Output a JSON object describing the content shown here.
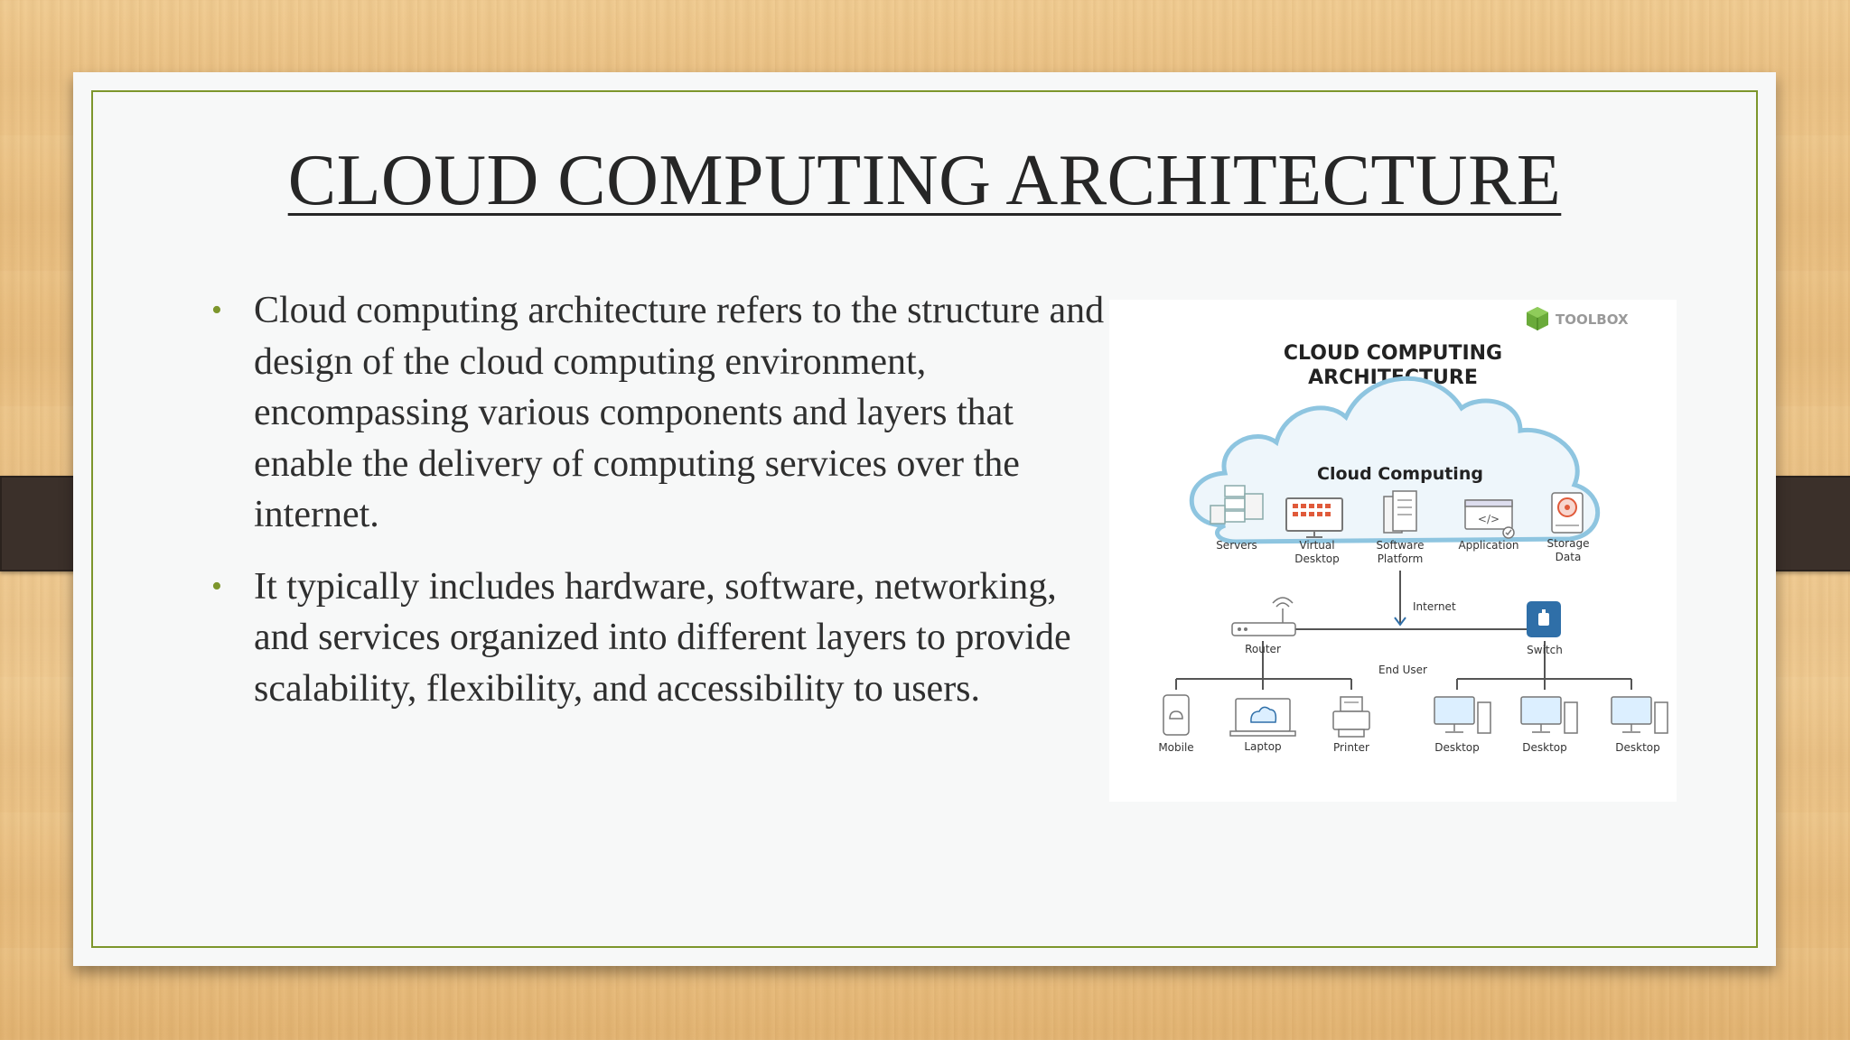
{
  "slide": {
    "title": "CLOUD COMPUTING ARCHITECTURE",
    "bullets": [
      "Cloud computing architecture refers to the structure and design of the cloud computing environment, encompassing various components and layers that enable the delivery of computing services over the internet.",
      "It typically includes hardware, software, networking, and services organized into different layers to provide scalability, flexibility, and accessibility to users."
    ]
  },
  "diagram": {
    "brand": "TOOLBOX",
    "title_line1": "CLOUD COMPUTING",
    "title_line2": "ARCHITECTURE",
    "cloud_label": "Cloud Computing",
    "cloud_items": [
      {
        "label": "Servers",
        "icon": "server-rack-icon"
      },
      {
        "label": "Virtual",
        "label2": "Desktop",
        "icon": "monitor-icon"
      },
      {
        "label": "Software",
        "label2": "Platform",
        "icon": "software-stack-icon"
      },
      {
        "label": "Application",
        "icon": "browser-code-icon"
      },
      {
        "label": "Storage",
        "label2": "Data",
        "icon": "hard-drive-icon"
      }
    ],
    "internet_label": "Internet",
    "router_label": "Router",
    "switch_label": "Switch",
    "end_user_label": "End User",
    "devices": [
      {
        "label": "Mobile",
        "icon": "mobile-phone-icon"
      },
      {
        "label": "Laptop",
        "icon": "laptop-icon"
      },
      {
        "label": "Printer",
        "icon": "printer-icon"
      },
      {
        "label": "Desktop",
        "icon": "desktop-computer-icon"
      },
      {
        "label": "Desktop",
        "icon": "desktop-computer-icon"
      },
      {
        "label": "Desktop",
        "icon": "desktop-computer-icon"
      }
    ],
    "colors": {
      "cloud_stroke": "#8ec5e0",
      "cloud_fill": "#e8f3fa",
      "accent_red": "#e05a3a",
      "accent_blue": "#2f6fa8",
      "line": "#555555",
      "brand_green": "#6aaa3a"
    }
  },
  "theme": {
    "frame_color": "#7d962c",
    "bullet_color": "#7d962c",
    "text_color": "#2f2f2f"
  }
}
